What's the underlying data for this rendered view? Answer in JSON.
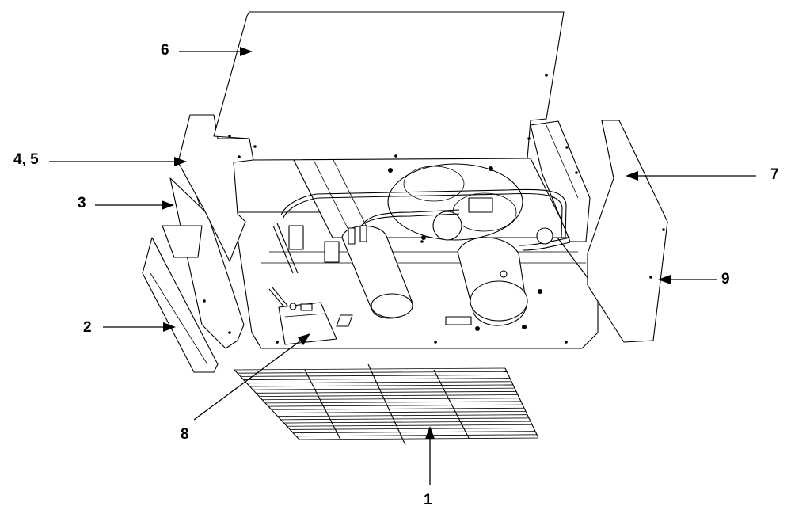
{
  "callouts": [
    {
      "id": "1",
      "label": "1"
    },
    {
      "id": "2",
      "label": "2"
    },
    {
      "id": "3",
      "label": "3"
    },
    {
      "id": "4-5",
      "label": "4, 5"
    },
    {
      "id": "6",
      "label": "6"
    },
    {
      "id": "7",
      "label": "7"
    },
    {
      "id": "8",
      "label": "8"
    },
    {
      "id": "9",
      "label": "9"
    }
  ]
}
